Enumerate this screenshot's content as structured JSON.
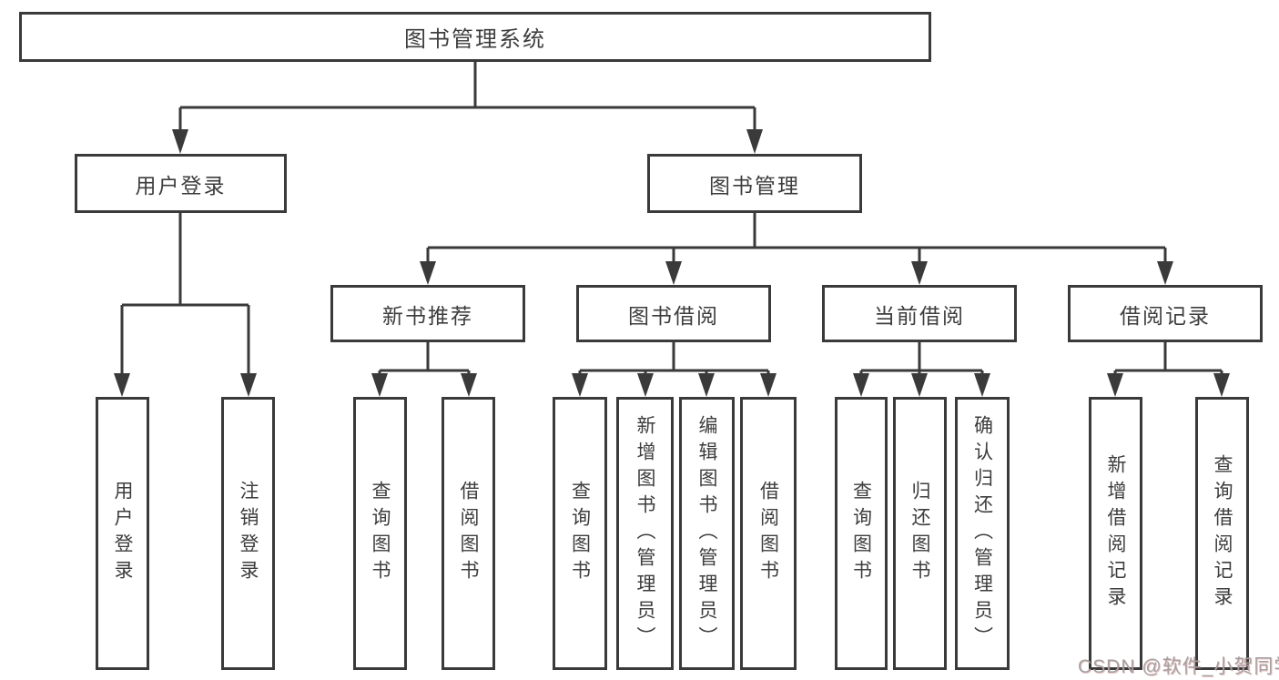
{
  "diagram_title": "图书管理系统",
  "tree": {
    "label": "图书管理系统",
    "children": [
      {
        "label": "用户登录",
        "children": [
          {
            "label": "用户登录"
          },
          {
            "label": "注销登录"
          }
        ]
      },
      {
        "label": "图书管理",
        "children": [
          {
            "label": "新书推荐",
            "children": [
              {
                "label": "查询图书"
              },
              {
                "label": "借阅图书"
              }
            ]
          },
          {
            "label": "图书借阅",
            "children": [
              {
                "label": "查询图书"
              },
              {
                "label": "新增图书（管理员）"
              },
              {
                "label": "编辑图书（管理员）"
              },
              {
                "label": "借阅图书"
              }
            ]
          },
          {
            "label": "当前借阅",
            "children": [
              {
                "label": "查询图书"
              },
              {
                "label": "归还图书"
              },
              {
                "label": "确认归还（管理员）"
              }
            ]
          },
          {
            "label": "借阅记录",
            "children": [
              {
                "label": "新增借阅记录"
              },
              {
                "label": "查询借阅记录"
              }
            ]
          }
        ]
      }
    ]
  },
  "watermark": "CSDN @软件_小贺同学",
  "colors": {
    "line": "#3a3a3a",
    "box_border": "#3a3a3a",
    "text": "#3d3d3d",
    "background": "#ffffff",
    "watermark": "#a5a0a0"
  }
}
